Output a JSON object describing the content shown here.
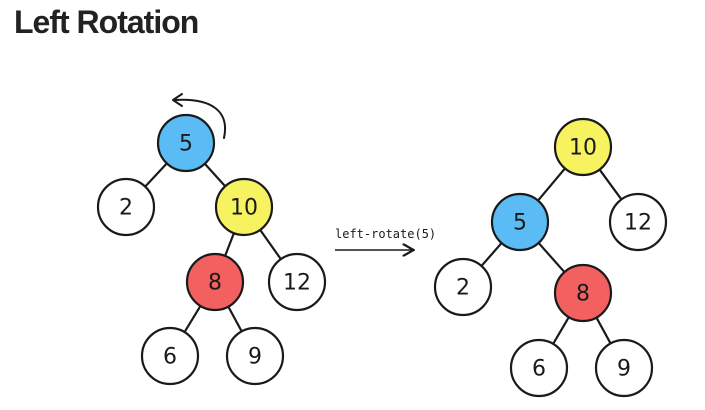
{
  "title": "Left Rotation",
  "operation_label": "left-rotate(5)",
  "colors": {
    "blue": "#5bbcf5",
    "yellow": "#f7f260",
    "red": "#f26060",
    "white": "#ffffff",
    "outline": "#1a1a1a"
  },
  "before_tree": {
    "nodes": [
      {
        "value": "5",
        "color": "#5bbcf5"
      },
      {
        "value": "2",
        "color": "#ffffff"
      },
      {
        "value": "10",
        "color": "#f7f260"
      },
      {
        "value": "8",
        "color": "#f26060"
      },
      {
        "value": "12",
        "color": "#ffffff"
      },
      {
        "value": "6",
        "color": "#ffffff"
      },
      {
        "value": "9",
        "color": "#ffffff"
      }
    ],
    "edges": [
      [
        "5",
        "2"
      ],
      [
        "5",
        "10"
      ],
      [
        "10",
        "8"
      ],
      [
        "10",
        "12"
      ],
      [
        "8",
        "6"
      ],
      [
        "8",
        "9"
      ]
    ]
  },
  "after_tree": {
    "nodes": [
      {
        "value": "10",
        "color": "#f7f260"
      },
      {
        "value": "5",
        "color": "#5bbcf5"
      },
      {
        "value": "12",
        "color": "#ffffff"
      },
      {
        "value": "2",
        "color": "#ffffff"
      },
      {
        "value": "8",
        "color": "#f26060"
      },
      {
        "value": "6",
        "color": "#ffffff"
      },
      {
        "value": "9",
        "color": "#ffffff"
      }
    ],
    "edges": [
      [
        "10",
        "5"
      ],
      [
        "10",
        "12"
      ],
      [
        "5",
        "2"
      ],
      [
        "5",
        "8"
      ],
      [
        "8",
        "6"
      ],
      [
        "8",
        "9"
      ]
    ]
  }
}
